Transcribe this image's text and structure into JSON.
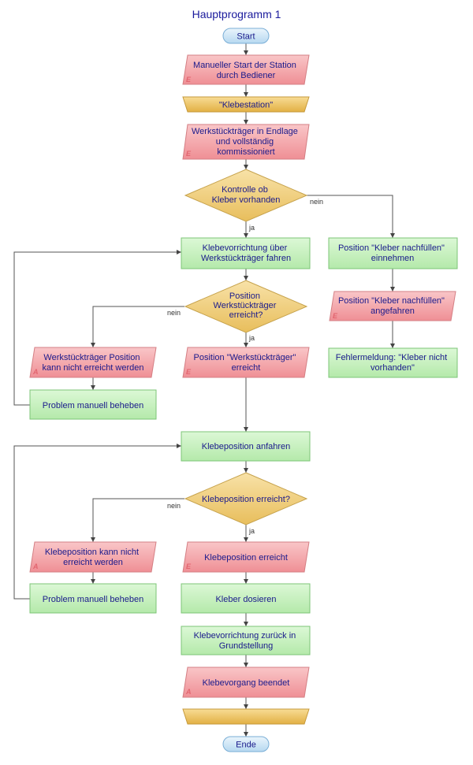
{
  "title": "Hauptprogramm 1",
  "nodes": {
    "start": "Start",
    "input_manual_start": [
      "Manueller Start der Station",
      "durch Bediener"
    ],
    "input_manual_start_marker": "E",
    "klebestation": "\"Klebestation\"",
    "input_carrier_end": [
      "Werkstückträger in Endlage",
      "und vollständig",
      "kommissioniert"
    ],
    "input_carrier_end_marker": "E",
    "decision_glue": [
      "Kontrolle ob",
      "Kleber vorhanden"
    ],
    "process_move_over": [
      "Klebevorrichtung über",
      "Werkstückträger fahren"
    ],
    "decision_position": [
      "Position",
      "Werkstückträger",
      "erreicht?"
    ],
    "output_carrier_unreachable": [
      "Werkstückträger Position",
      "kann nicht erreicht werden"
    ],
    "output_carrier_unreachable_marker": "A",
    "process_fix_1": "Problem manuell beheben",
    "input_carrier_reached": [
      "Position \"Werkstückträger\"",
      "erreicht"
    ],
    "input_carrier_reached_marker": "E",
    "process_refill_position": [
      "Position \"Kleber nachfüllen\"",
      "einnehmen"
    ],
    "input_refill_reached": [
      "Position \"Kleber nachfüllen\"",
      "angefahren"
    ],
    "input_refill_reached_marker": "E",
    "process_error": [
      "Fehlermeldung: \"Kleber nicht",
      "vorhanden\""
    ],
    "process_glue_position": "Klebeposition anfahren",
    "decision_glue_position": "Klebeposition erreicht?",
    "output_glue_unreachable": [
      "Klebeposition kann nicht",
      "erreicht werden"
    ],
    "output_glue_unreachable_marker": "A",
    "process_fix_2": "Problem manuell beheben",
    "input_glue_reached": "Klebeposition erreicht",
    "input_glue_reached_marker": "E",
    "process_dose": "Kleber dosieren",
    "process_return": [
      "Klebevorrichtung zurück in",
      "Grundstellung"
    ],
    "output_done": "Klebevorgang beendet",
    "output_done_marker": "A",
    "end_bracket": "",
    "end": "Ende"
  },
  "edge_labels": {
    "glue_no": "nein",
    "glue_yes": "ja",
    "position_no": "nein",
    "position_yes": "ja",
    "glue_position_no": "nein",
    "glue_position_yes": "ja"
  },
  "colors": {
    "title": "#1a1a9c",
    "text": "#1a1a8c",
    "terminal_fill": "#cfe6f5",
    "terminal_stroke": "#7aaed6",
    "input_fill": "#f4a9ac",
    "input_stroke": "#d47f84",
    "process_fill": "#c9f2c2",
    "process_stroke": "#7cc477",
    "decision_fill": "#f3d38a",
    "decision_stroke": "#c6a24c",
    "bracket_fill": "#f0c86a",
    "bracket_stroke": "#c69a3c",
    "marker_input": "#e2656f",
    "marker_output": "#e2656f"
  }
}
